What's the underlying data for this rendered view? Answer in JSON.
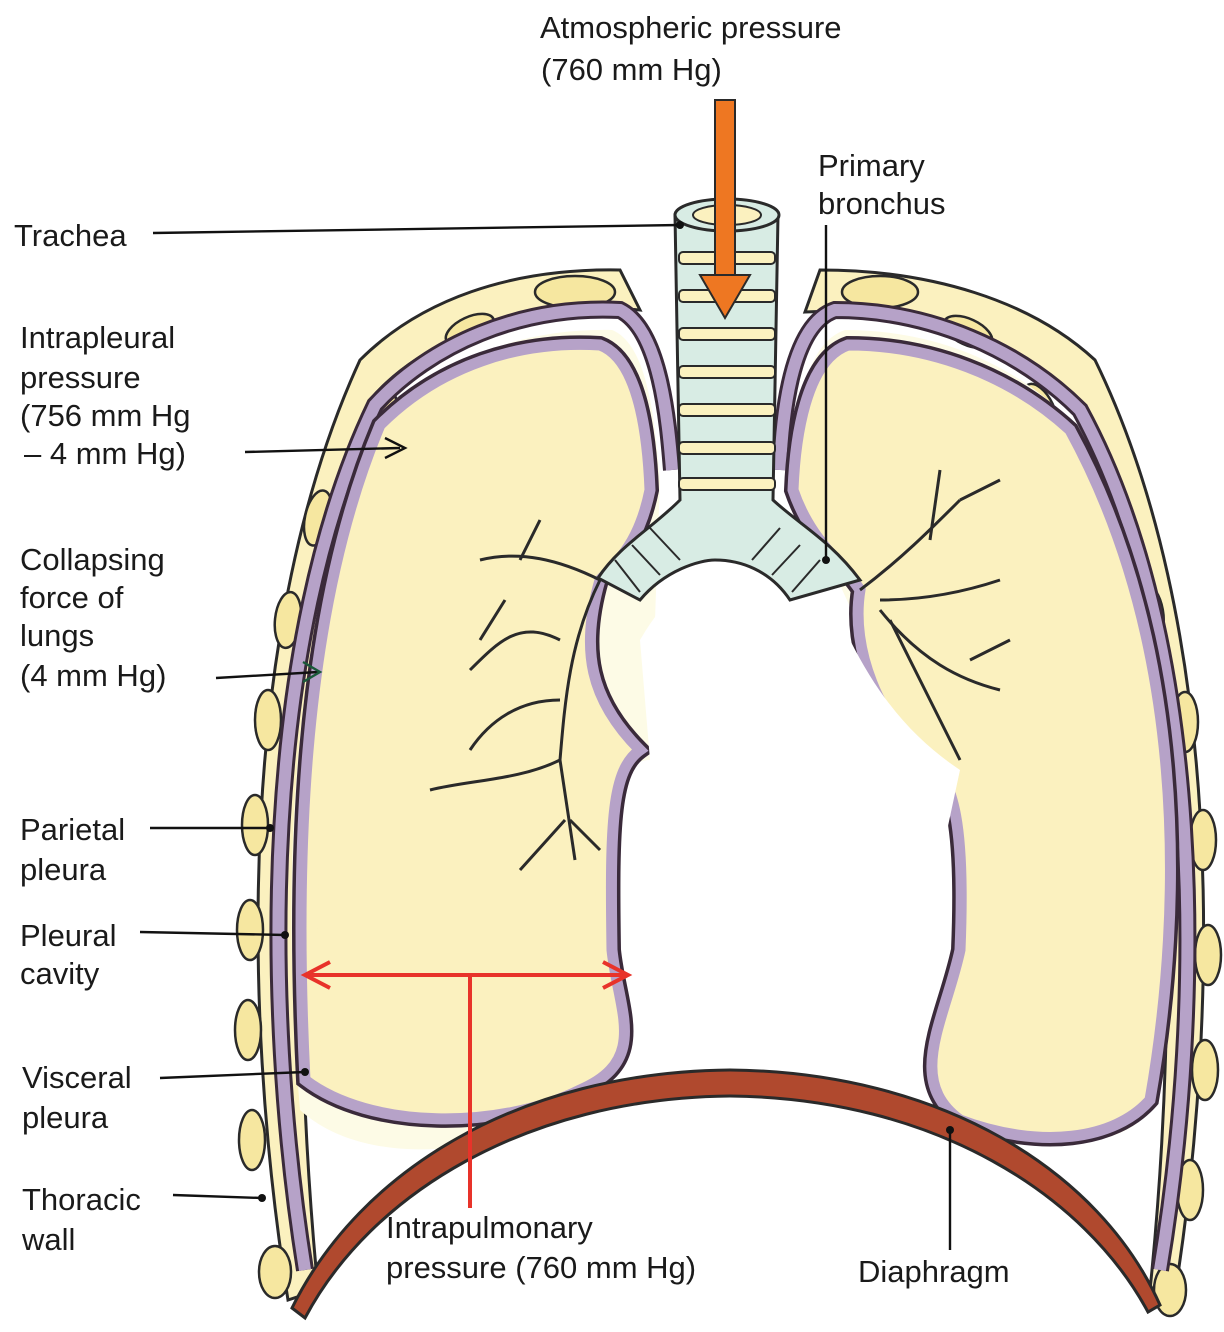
{
  "labels": {
    "atmospheric_line1": "Atmospheric pressure",
    "atmospheric_line2": "(760 mm Hg)",
    "trachea": "Trachea",
    "primary_bronchus_line1": "Primary",
    "primary_bronchus_line2": "bronchus",
    "intrapleural_line1": "Intrapleural",
    "intrapleural_line2": "pressure",
    "intrapleural_line3": "(756 mm Hg",
    "intrapleural_line4": "– 4 mm Hg)",
    "collapsing_line1": "Collapsing",
    "collapsing_line2": "force of",
    "collapsing_line3": "lungs",
    "collapsing_line4": "(4 mm Hg)",
    "parietal_line1": "Parietal",
    "parietal_line2": "pleura",
    "pleural_cavity_line1": "Pleural",
    "pleural_cavity_line2": "cavity",
    "visceral_line1": "Visceral",
    "visceral_line2": "pleura",
    "thoracic_line1": "Thoracic",
    "thoracic_line2": "wall",
    "intrapulmonary_line1": "Intrapulmonary",
    "intrapulmonary_line2": "pressure (760 mm Hg)",
    "diaphragm": "Diaphragm"
  },
  "colors": {
    "lung": "#fbf1bf",
    "pleura": "#b6a2c8",
    "pleura_edge": "#3a2a3a",
    "pleural_cavity": "#fdfbe6",
    "thoracic_wall": "#fbf1bf",
    "airway": "#d8ece4",
    "diaphragm": "#b0492e",
    "pressure_arrow": "#ee7722",
    "measure_arrow": "#e8332a"
  }
}
